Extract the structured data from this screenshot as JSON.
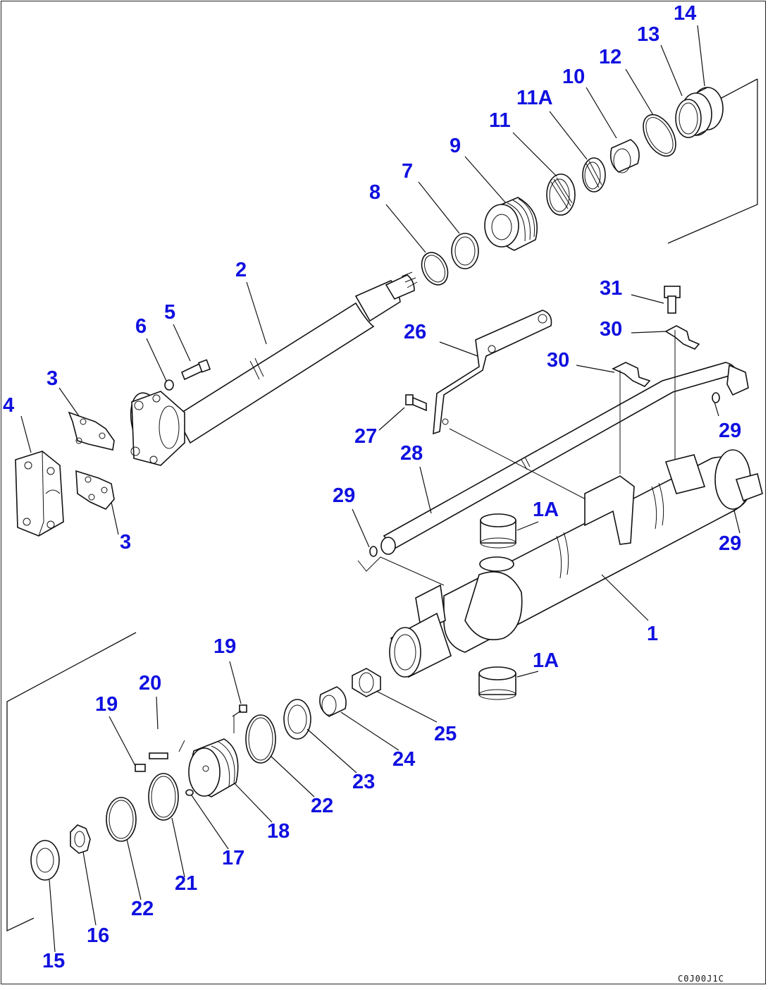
{
  "diagram": {
    "callouts": {
      "p14": "14",
      "p13": "13",
      "p12": "12",
      "p10": "10",
      "p11a": "11A",
      "p11": "11",
      "p9": "9",
      "p7": "7",
      "p8": "8",
      "p2": "2",
      "p5": "5",
      "p6": "6",
      "p3a": "3",
      "p4": "4",
      "p3b": "3",
      "p31": "31",
      "p30a": "30",
      "p26": "26",
      "p30b": "30",
      "p27": "27",
      "p29a": "29",
      "p28": "28",
      "p29b": "29",
      "p1a_top": "1A",
      "p29c": "29",
      "p1": "1",
      "p1a_bottom": "1A",
      "p19a": "19",
      "p20": "20",
      "p19b": "19",
      "p25": "25",
      "p24": "24",
      "p23": "23",
      "p22a": "22",
      "p18": "18",
      "p17": "17",
      "p21": "21",
      "p22b": "22",
      "p16": "16",
      "p15": "15"
    },
    "drawing_code": "C0J00J1C"
  }
}
